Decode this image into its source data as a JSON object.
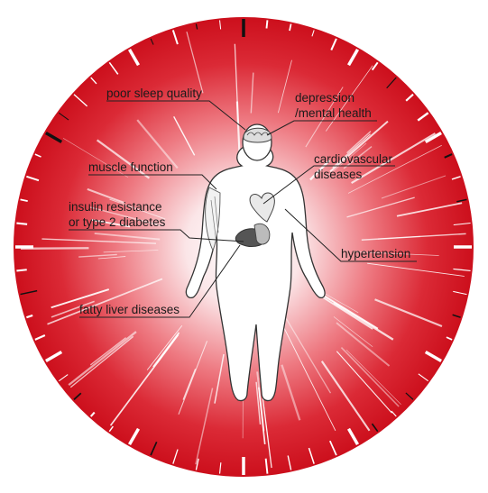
{
  "labels": {
    "poor_sleep": [
      "poor sleep quality"
    ],
    "depression": [
      "depression",
      "/mental health"
    ],
    "muscle": [
      "muscle function"
    ],
    "cardio": [
      "cardiovascular",
      "diseases"
    ],
    "insulin": [
      "insulin resistance",
      "or type 2 diabetes"
    ],
    "hypertension": [
      "hypertension"
    ],
    "fatty_liver": [
      "fatty liver diseases"
    ]
  },
  "colors": {
    "ring": "#d0101c",
    "center": "#ffffff",
    "body_fill": "#ffffff",
    "outline": "#333333",
    "organ": "#555555"
  }
}
